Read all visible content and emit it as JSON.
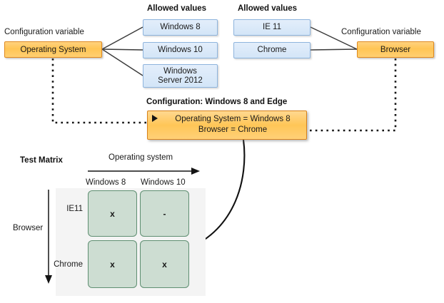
{
  "diagram": {
    "os_variable": {
      "caption": "Configuration variable",
      "label": "Operating System"
    },
    "os_allowed": {
      "caption": "Allowed values",
      "values": [
        "Windows 8",
        "Windows 10",
        "Windows\nServer 2012"
      ]
    },
    "browser_variable": {
      "caption": "Configuration variable",
      "label": "Browser"
    },
    "browser_allowed": {
      "caption": "Allowed values",
      "values": [
        "IE 11",
        "Chrome"
      ]
    },
    "configuration": {
      "title": "Configuration: Windows 8 and Edge",
      "lines": [
        "Operating System = Windows 8",
        "Browser = Chrome"
      ],
      "left_marker_icon": "right-triangle-icon",
      "right_marker_icon": "left-arrow-icon"
    },
    "matrix": {
      "title": "Test Matrix",
      "x_axis_label": "Operating system",
      "y_axis_label": "Browser",
      "column_headers": [
        "Windows 8",
        "Windows 10"
      ],
      "row_headers": [
        "IE11",
        "Chrome"
      ],
      "cells": [
        [
          "x",
          "-"
        ],
        [
          "x",
          "x"
        ]
      ]
    },
    "colors": {
      "variable_fill": "#ffc555",
      "variable_border": "#e08a1e",
      "value_fill": "#d3e5f7",
      "value_border": "#8eb4dd",
      "matrix_cell_fill": "#cdddd2",
      "matrix_cell_border": "#5f8f72",
      "matrix_panel": "#f4f4f4",
      "connector": "#3a3a3a"
    }
  }
}
